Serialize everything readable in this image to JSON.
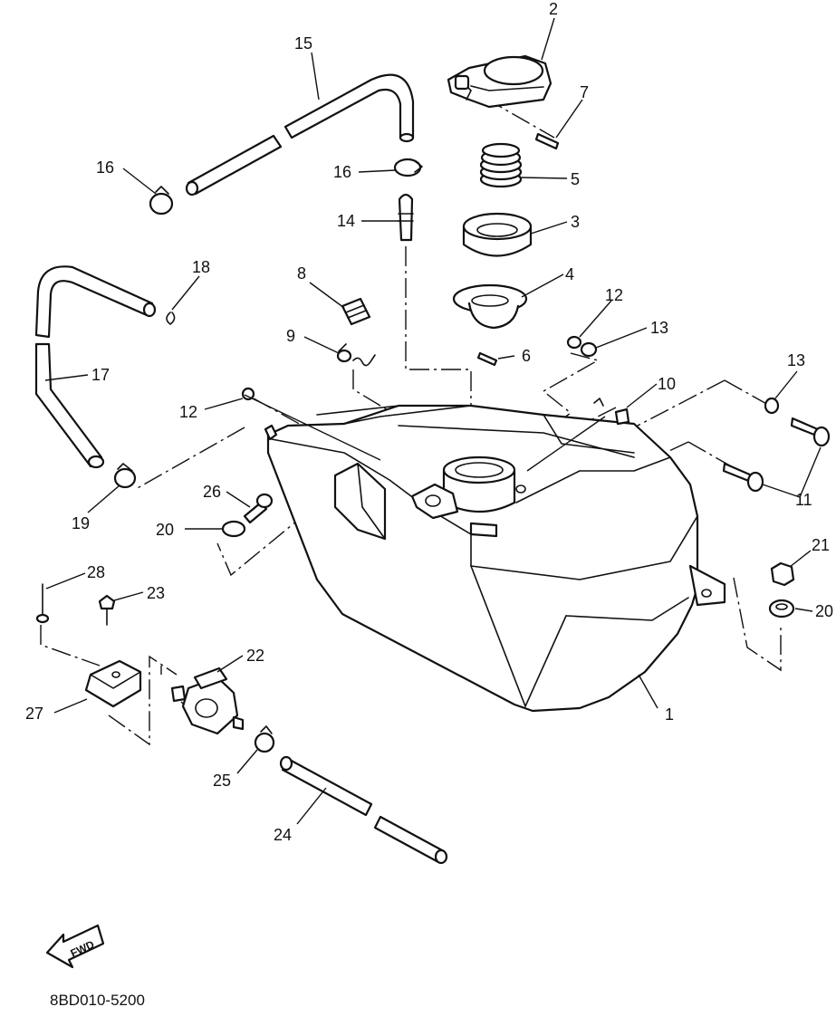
{
  "diagram": {
    "drawing_code": "8BD010-5200",
    "fwd_label": "FWD",
    "callouts": {
      "p1": "1",
      "p2": "2",
      "p3": "3",
      "p4": "4",
      "p5": "5",
      "p6": "6",
      "p7": "7",
      "p8": "8",
      "p9": "9",
      "p10": "10",
      "p11": "11",
      "p12a": "12",
      "p12b": "12",
      "p13a": "13",
      "p13b": "13",
      "p14": "14",
      "p15": "15",
      "p16a": "16",
      "p16b": "16",
      "p17": "17",
      "p18": "18",
      "p19": "19",
      "p20a": "20",
      "p20b": "20",
      "p21": "21",
      "p22": "22",
      "p23": "23",
      "p24": "24",
      "p25": "25",
      "p26": "26",
      "p27": "27",
      "p28": "28"
    }
  }
}
